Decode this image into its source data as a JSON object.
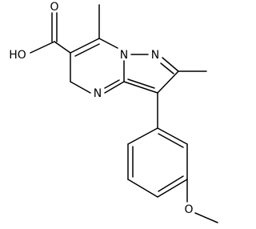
{
  "molecule": {
    "atoms": {
      "hydroxyl": "HO",
      "carbonyl_oxygen": "O",
      "n_bridgehead": "N",
      "n_pyrazole": "N",
      "n_pyrimidine": "N",
      "methoxy_oxygen": "O"
    }
  },
  "colors": {
    "bond": "#000000",
    "label": "#000000",
    "background": "#ffffff"
  }
}
